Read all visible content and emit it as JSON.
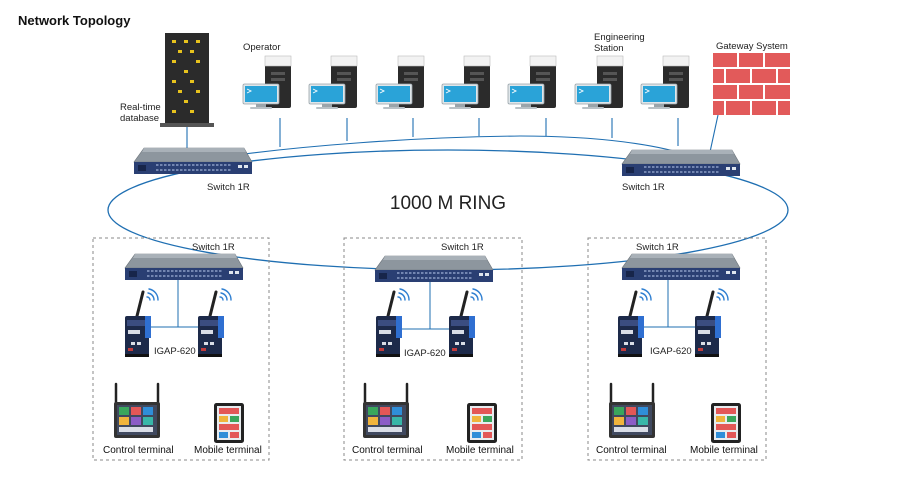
{
  "title": "Network Topology",
  "ring_label": "1000 M RING",
  "core": {
    "database_label_line1": "Real-time",
    "database_label_line2": "database",
    "operator_label": "Operator",
    "engineering_label_line1": "Engineering",
    "engineering_label_line2": "Station",
    "gateway_label": "Gateway System",
    "left_switch_label": "Switch 1R",
    "right_switch_label": "Switch 1R"
  },
  "workstation_count": 7,
  "cells": [
    {
      "switch_label": "Switch 1R",
      "gateway_label": "IGAP-620",
      "control_label": "Control terminal",
      "mobile_label": "Mobile terminal"
    },
    {
      "switch_label": "Switch 1R",
      "gateway_label": "IGAP-620",
      "control_label": "Control terminal",
      "mobile_label": "Mobile terminal"
    },
    {
      "switch_label": "Switch 1R",
      "gateway_label": "IGAP-620",
      "control_label": "Control terminal",
      "mobile_label": "Mobile terminal"
    }
  ],
  "colors": {
    "link": "#1f6fb2",
    "switch_top": "#8d969e",
    "switch_front": "#2a3f73",
    "server": "#2b2b2b",
    "server_led": "#e7c21d",
    "firewall": "#e25a5a",
    "screen": "#2aa3d8",
    "gateway_body": "#1d2a4a",
    "wifi": "#2f7fd1",
    "box_border": "#888888"
  }
}
